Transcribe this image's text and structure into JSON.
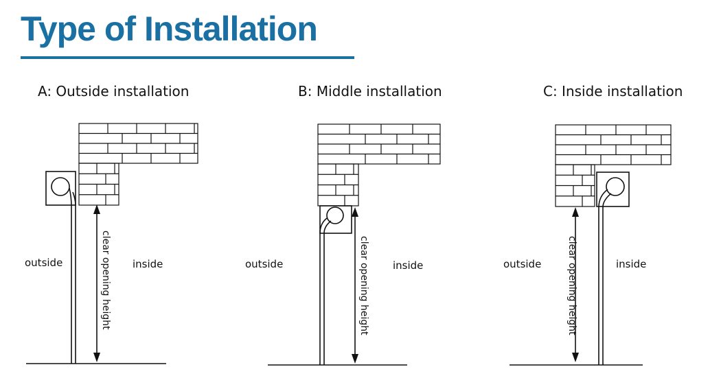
{
  "header": {
    "title": "Type of Installation"
  },
  "panels": [
    {
      "caption": "A: Outside installation",
      "outside_label": "outside",
      "inside_label": "inside",
      "height_label": "clear opening height"
    },
    {
      "caption": "B: Middle installation",
      "outside_label": "outside",
      "inside_label": "inside",
      "height_label": "clear opening height"
    },
    {
      "caption": "C: Inside installation",
      "outside_label": "outside",
      "inside_label": "inside",
      "height_label": "clear opening height"
    }
  ],
  "colors": {
    "title": "#1a6fa3",
    "line": "#111111"
  }
}
